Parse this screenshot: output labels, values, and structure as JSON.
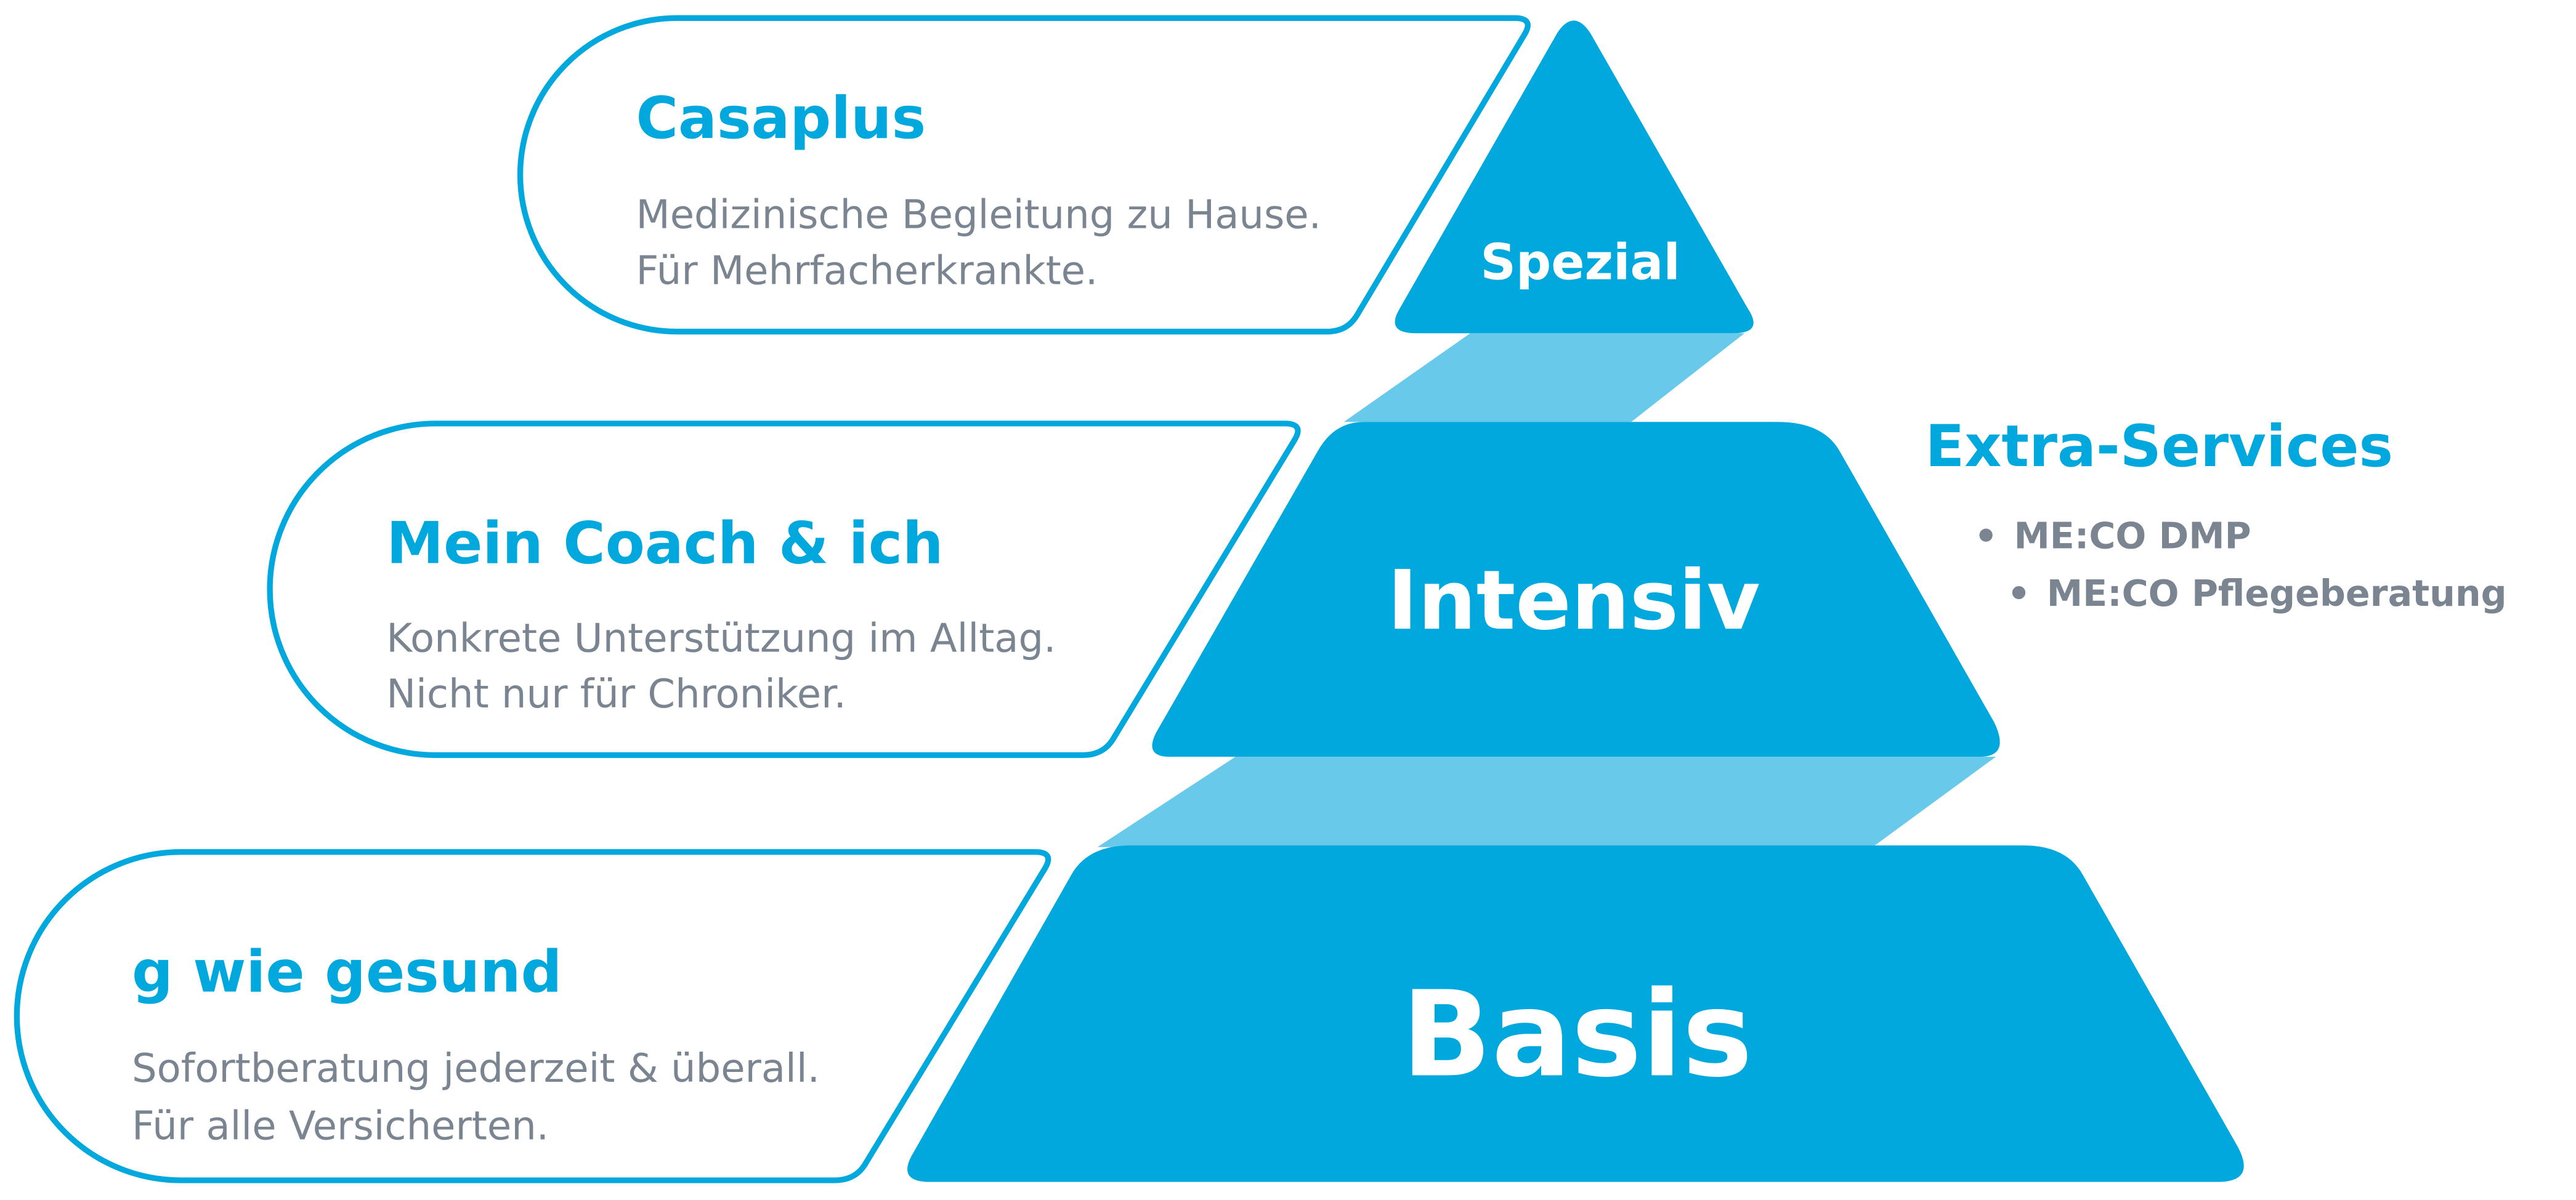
{
  "colors": {
    "primary": "#00a8de",
    "light": "#68c9ea",
    "text_gray": "#7a8591"
  },
  "levels": [
    {
      "label": "Spezial",
      "program": "Casaplus",
      "description": [
        "Medizinische Begleitung zu Hause.",
        "Für Mehrfacherkrankte."
      ]
    },
    {
      "label": "Intensiv",
      "program": "Mein Coach & ich",
      "description": [
        "Konkrete Unterstützung im Alltag.",
        "Nicht nur für Chroniker."
      ]
    },
    {
      "label": "Basis",
      "program": "g wie gesund",
      "description": [
        "Sofortberatung jederzeit & überall.",
        "Für alle Versicherten."
      ]
    }
  ],
  "extra": {
    "title": "Extra-Services",
    "items": [
      "ME:CO DMP",
      "ME:CO Pflegeberatung"
    ]
  }
}
